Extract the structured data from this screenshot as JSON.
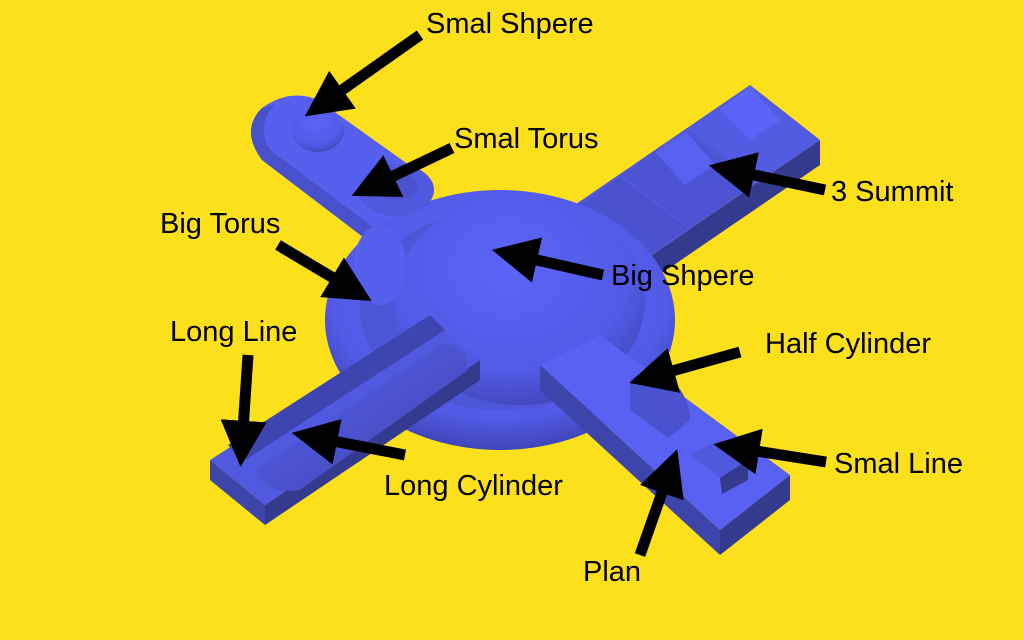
{
  "colors": {
    "background": "#FDE01C",
    "object_light": "#5B64F7",
    "object_mid": "#4B52D2",
    "object_dark": "#333A8C",
    "arrow": "#000000"
  },
  "labels": {
    "smal_shpere": "Smal Shpere",
    "smal_torus": "Smal Torus",
    "three_summit": "3 Summit",
    "big_torus": "Big Torus",
    "big_shpere": "Big Shpere",
    "long_line": "Long Line",
    "half_cylinder": "Half Cylinder",
    "smal_line": "Smal Line",
    "long_cylinder": "Long Cylinder",
    "plan": "Plan"
  }
}
